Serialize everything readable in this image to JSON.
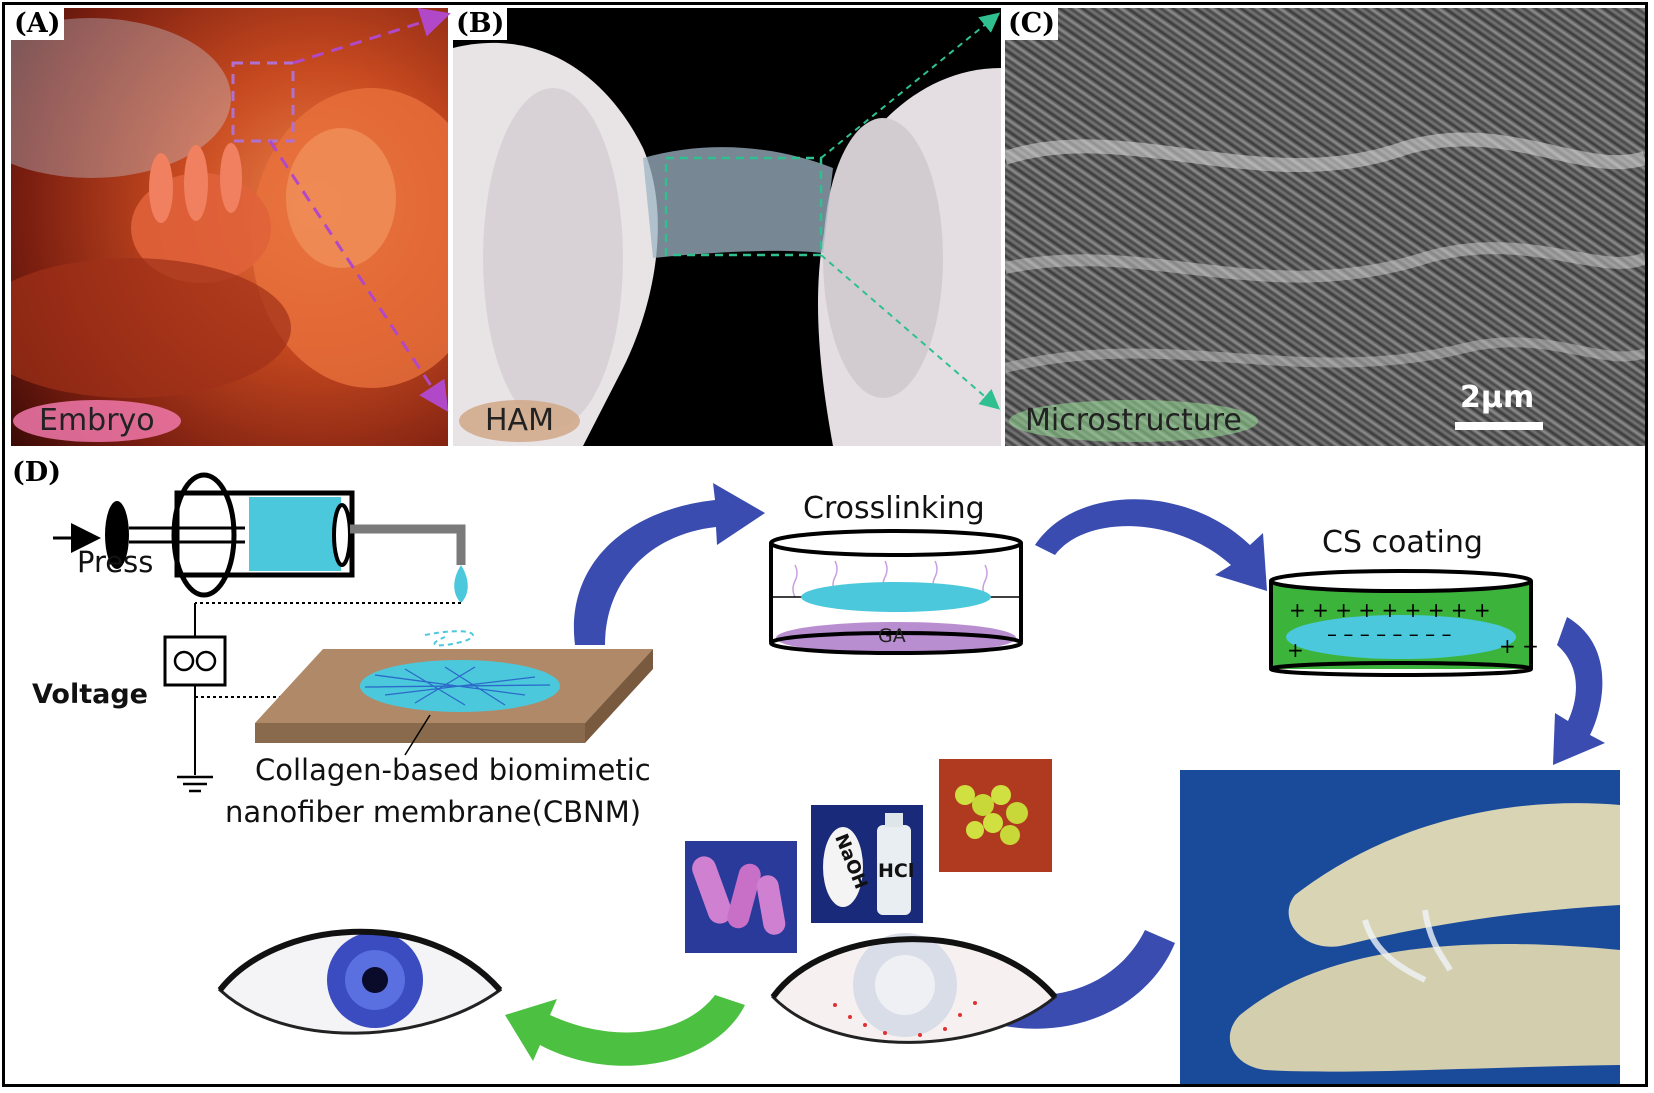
{
  "panels": {
    "a": {
      "label": "(A)",
      "caption": "Embryo"
    },
    "b": {
      "label": "(B)",
      "caption": "HAM"
    },
    "c": {
      "label": "(C)",
      "caption": "Microstructure",
      "scale_bar": "2μm"
    },
    "d": {
      "label": "(D)"
    }
  },
  "electrospinning": {
    "press": "Press",
    "voltage": "Voltage",
    "membrane_line1": "Collagen-based biomimetic",
    "membrane_line2": "nanofiber membrane(CBNM)"
  },
  "steps": {
    "crosslinking": "Crosslinking",
    "ga": "GA",
    "cs_coating": "CS coating"
  },
  "reagents": {
    "naoh": "NaOH",
    "hcl": "HCl"
  },
  "colors": {
    "cyan": "#4cc8dc",
    "purple_arrow": "#b048c8",
    "green_arrow": "#30c090",
    "blue_arrow": "#3a4cb0",
    "green_return": "#4cc040",
    "coating_green": "#3cb43c",
    "ga_purple": "#b88ed0",
    "substrate": "#b08a68"
  }
}
